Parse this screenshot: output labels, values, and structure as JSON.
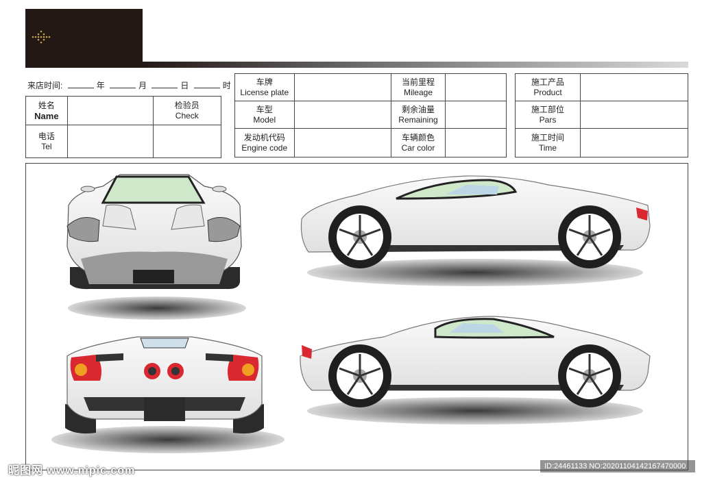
{
  "header": {
    "logo_icon": "dotted-arrow-icon",
    "logo_color": "#c8a44a",
    "block_color": "#231815"
  },
  "date_line": {
    "prefix": "来店时间:",
    "year": "年",
    "month": "月",
    "day": "日",
    "hour": "时"
  },
  "customer_table": {
    "name_zh": "姓名",
    "name_en": "Name",
    "tel_zh": "电话",
    "tel_en": "Tel",
    "check_zh": "检验员",
    "check_en": "Check"
  },
  "vehicle_table": {
    "plate_zh": "车牌",
    "plate_en": "License plate",
    "model_zh": "车型",
    "model_en": "Model",
    "engine_zh": "发动机代码",
    "engine_en": "Engine code",
    "mileage_zh": "当前里程",
    "mileage_en": "Mileage",
    "oil_zh": "剩余油量",
    "oil_en": "Remaining",
    "color_zh": "车辆颜色",
    "color_en": "Car color"
  },
  "work_table": {
    "product_zh": "施工产品",
    "product_en": "Product",
    "parts_zh": "施工部位",
    "parts_en": "Pars",
    "time_zh": "施工时间",
    "time_en": "Time"
  },
  "diagram": {
    "views": [
      "front-view",
      "side-view-right",
      "rear-view",
      "side-view-left"
    ],
    "body_color": "#f2f2f2",
    "glass_color": "#cfe8c9",
    "tail_light_color": "#d9282f"
  },
  "watermark": {
    "site": "昵图网 www.nipic.com",
    "id_text": "ID:24461133 NO:20201104142167470000"
  }
}
